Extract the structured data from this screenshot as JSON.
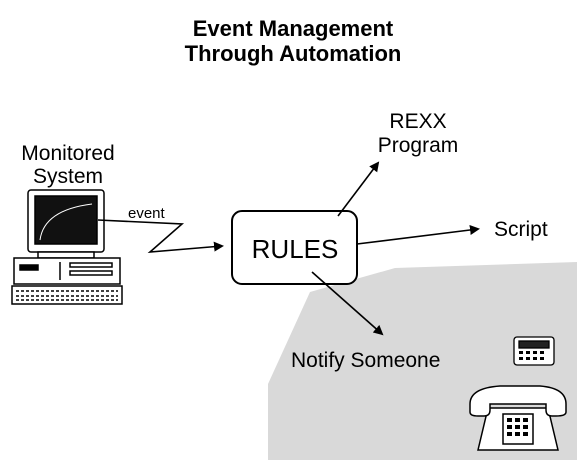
{
  "title": {
    "line1": "Event Management",
    "line2": "Through Automation"
  },
  "source": {
    "line1": "Monitored",
    "line2": "System"
  },
  "edge_label": "event",
  "center": "RULES",
  "targets": {
    "rexx_line1": "REXX",
    "rexx_line2": "Program",
    "script": "Script",
    "notify": "Notify Someone"
  },
  "icons": [
    "computer-icon",
    "pager-icon",
    "telephone-icon"
  ],
  "colors": {
    "shaded_region": "#d9d9d9",
    "stroke": "#000000",
    "screen": "#111111"
  }
}
